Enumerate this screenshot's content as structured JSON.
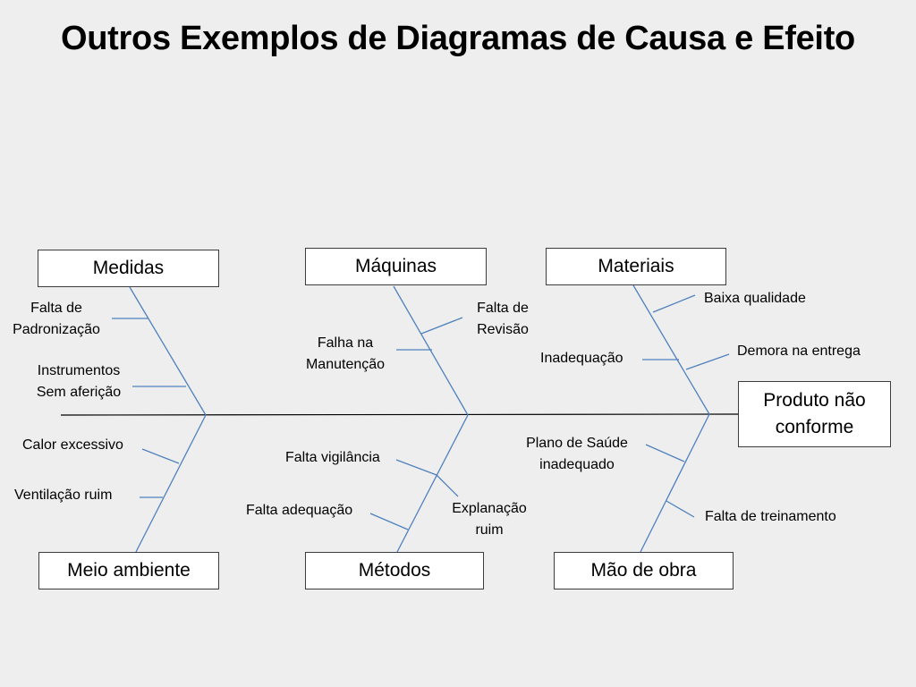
{
  "title": "Outros Exemplos de Diagramas de Causa e Efeito",
  "effect": "Produto não conforme",
  "categories": {
    "medidas": "Medidas",
    "maquinas": "Máquinas",
    "materiais": "Materiais",
    "meio_ambiente": "Meio ambiente",
    "metodos": "Métodos",
    "mao_de_obra": "Mão de obra"
  },
  "causes": {
    "medidas": [
      "Falta de Padronização",
      "Instrumentos Sem aferição"
    ],
    "maquinas": [
      "Falta de Revisão",
      "Falha na Manutenção"
    ],
    "materiais": [
      "Baixa qualidade",
      "Inadequação",
      "Demora na entrega"
    ],
    "meio_ambiente": [
      "Calor excessivo",
      "Ventilação ruim"
    ],
    "metodos": [
      "Falta vigilância",
      "Explanação ruim",
      "Falta adequação"
    ],
    "mao_de_obra": [
      "Plano de Saúde inadequado",
      "Falta de treinamento"
    ]
  },
  "colors": {
    "bone": "#4f81bd",
    "spine": "#000000"
  }
}
